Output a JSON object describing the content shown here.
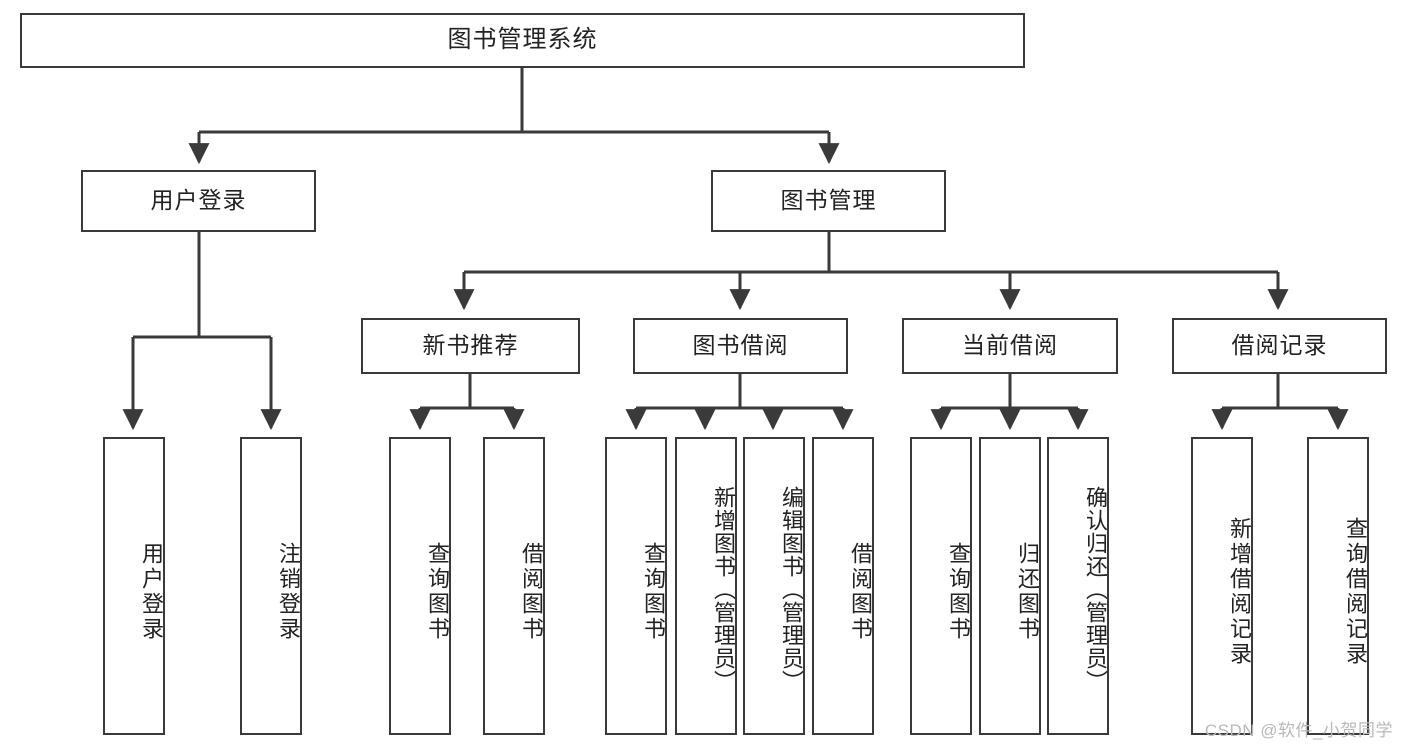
{
  "diagram": {
    "title": "图书管理系统",
    "watermark": "CSDN @软件_小贺同学",
    "colors": {
      "stroke": "#3a3a3a",
      "fill": "#ffffff",
      "text": "#222222",
      "watermark": "#b9b9b9"
    },
    "levels": {
      "root": {
        "label": "图书管理系统"
      },
      "level2": [
        {
          "label": "用户登录"
        },
        {
          "label": "图书管理"
        }
      ],
      "level3": [
        {
          "label": "新书推荐"
        },
        {
          "label": "图书借阅"
        },
        {
          "label": "当前借阅"
        },
        {
          "label": "借阅记录"
        }
      ],
      "leaves": {
        "user_login": [
          {
            "label": "用户登录"
          },
          {
            "label": "注销登录"
          }
        ],
        "new_book_recommend": [
          {
            "label": "查询图书"
          },
          {
            "label": "借阅图书"
          }
        ],
        "book_borrow": [
          {
            "label": "查询图书"
          },
          {
            "label": "新增图书（管理员）"
          },
          {
            "label": "编辑图书（管理员）"
          },
          {
            "label": "借阅图书"
          }
        ],
        "current_borrow": [
          {
            "label": "查询图书"
          },
          {
            "label": "归还图书"
          },
          {
            "label": "确认归还（管理员）"
          }
        ],
        "borrow_record": [
          {
            "label": "新增借阅记录"
          },
          {
            "label": "查询借阅记录"
          }
        ]
      }
    }
  }
}
